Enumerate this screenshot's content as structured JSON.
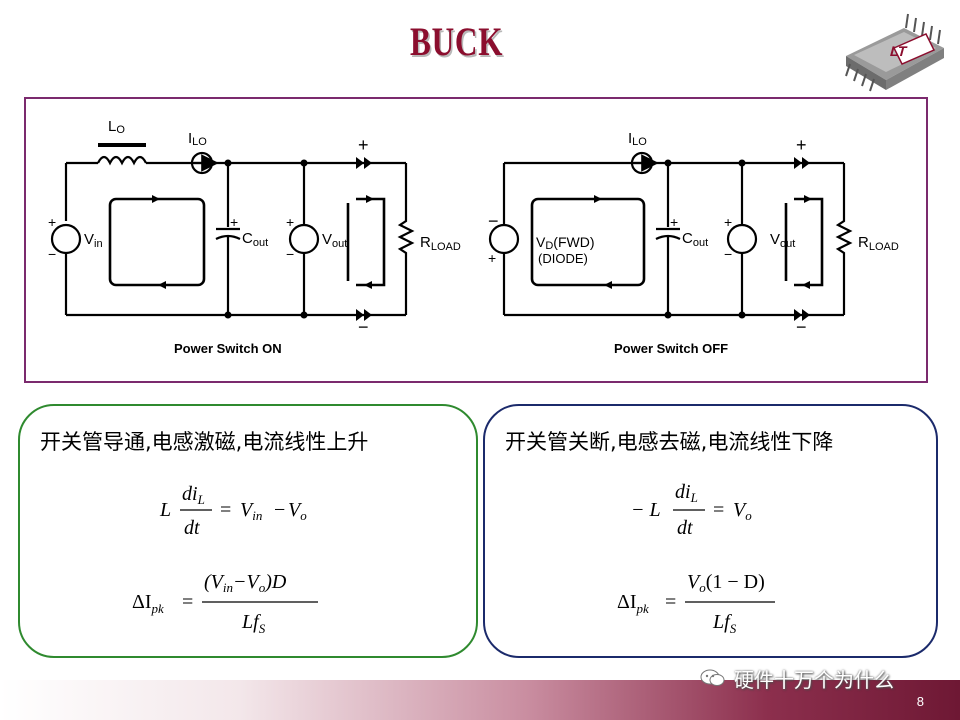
{
  "title": "BUCK",
  "diagram": {
    "on": {
      "inductor_label": "L",
      "inductor_sub": "O",
      "current_label": "I",
      "current_sub": "LO",
      "source_label": "V",
      "source_sub": "in",
      "cap_label": "C",
      "cap_sub": "out",
      "vout_label": "V",
      "vout_sub": "out",
      "load_label": "R",
      "load_sub": "LOAD",
      "caption": "Power Switch ON"
    },
    "off": {
      "current_label": "I",
      "current_sub": "LO",
      "diode_label": "V",
      "diode_sub": "D",
      "diode_fwd": "(FWD)",
      "diode_name": "(DIODE)",
      "cap_label": "C",
      "cap_sub": "out",
      "vout_label": "V",
      "vout_sub": "out",
      "load_label": "R",
      "load_sub": "LOAD",
      "caption": "Power Switch OFF"
    }
  },
  "left_panel": {
    "heading": "开关管导通,电感激磁,电流线性上升",
    "eq1": {
      "lhs": "L",
      "num": "di",
      "num_sub": "L",
      "den": "dt",
      "rhs1": "V",
      "rhs1_sub": "in",
      "rhs2": "V",
      "rhs2_sub": "o"
    },
    "eq2": {
      "delta": "ΔI",
      "delta_sub": "pk",
      "num": "(V",
      "num_sub1": "in",
      "num_mid": "−V",
      "num_sub2": "o",
      "num_end": ")D",
      "den": "Lf",
      "den_sub": "S"
    }
  },
  "right_panel": {
    "heading": "开关管关断,电感去磁,电流线性下降",
    "eq1": {
      "lhs": "− L",
      "num": "di",
      "num_sub": "L",
      "den": "dt",
      "rhs": "V",
      "rhs_sub": "o"
    },
    "eq2": {
      "delta": "ΔI",
      "delta_sub": "pk",
      "num": "V",
      "num_sub": "o",
      "num_end": "(1 − D)",
      "den": "Lf",
      "den_sub": "S"
    }
  },
  "footer": {
    "watermark": "硬件十万个为什么",
    "page_number": "8"
  }
}
